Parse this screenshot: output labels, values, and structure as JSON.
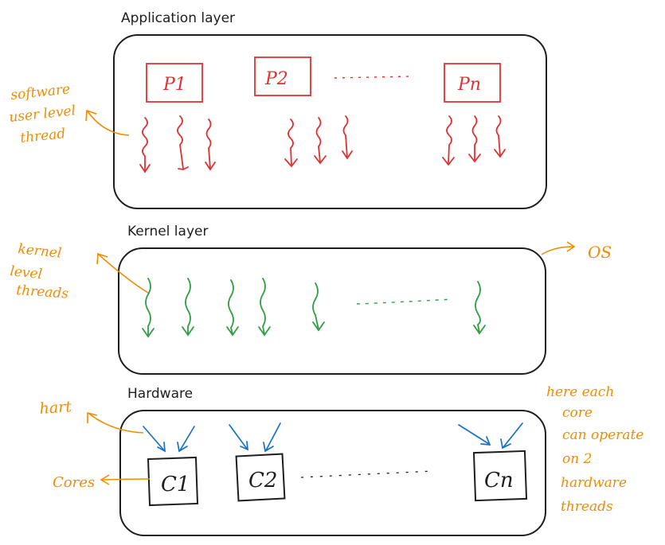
{
  "layers": {
    "application": "Application layer",
    "kernel": "Kernel layer",
    "hardware": "Hardware"
  },
  "processes": [
    "P1",
    "P2",
    "Pn"
  ],
  "cores": [
    "C1",
    "C2",
    "Cn"
  ],
  "annotations": {
    "user_threads": [
      "software",
      "user level",
      "thread"
    ],
    "kernel_threads": [
      "kernel",
      "level",
      "threads"
    ],
    "os": "OS",
    "hart": "hart",
    "cores_label": "Cores",
    "note": [
      "here each",
      "core",
      "can operate",
      "on 2",
      "hardware",
      "threads"
    ]
  },
  "colors": {
    "ink": "#1e1e1e",
    "process_red": "#e03131",
    "kernel_green": "#2f9e44",
    "hart_blue": "#1971c2",
    "annotation_orange": "#f08c00"
  }
}
